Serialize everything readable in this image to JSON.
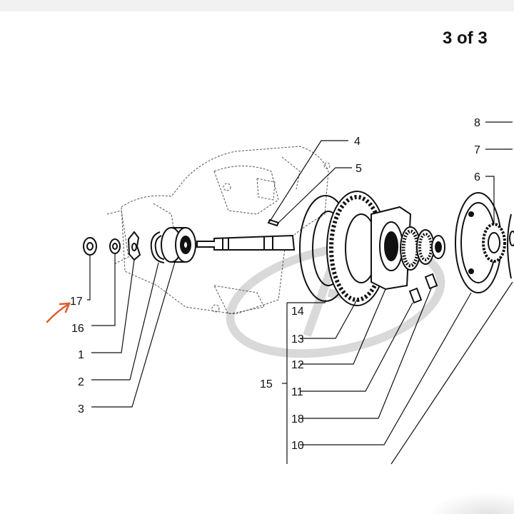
{
  "page_counter": "3 of 3",
  "callouts": {
    "c1": "1",
    "c2": "2",
    "c3": "3",
    "c4": "4",
    "c5": "5",
    "c6": "6",
    "c7": "7",
    "c8": "8",
    "c10": "10",
    "c11": "11",
    "c12": "12",
    "c13": "13",
    "c14": "14",
    "c15": "15",
    "c16": "16",
    "c17": "17",
    "c18": "18"
  },
  "colors": {
    "line": "#111111",
    "sketch": "#555555",
    "watermark": "#d9d9d9",
    "annotation_arrow": "#e05a2b"
  },
  "annotation_icon": "hand-drawn-arrow-icon"
}
